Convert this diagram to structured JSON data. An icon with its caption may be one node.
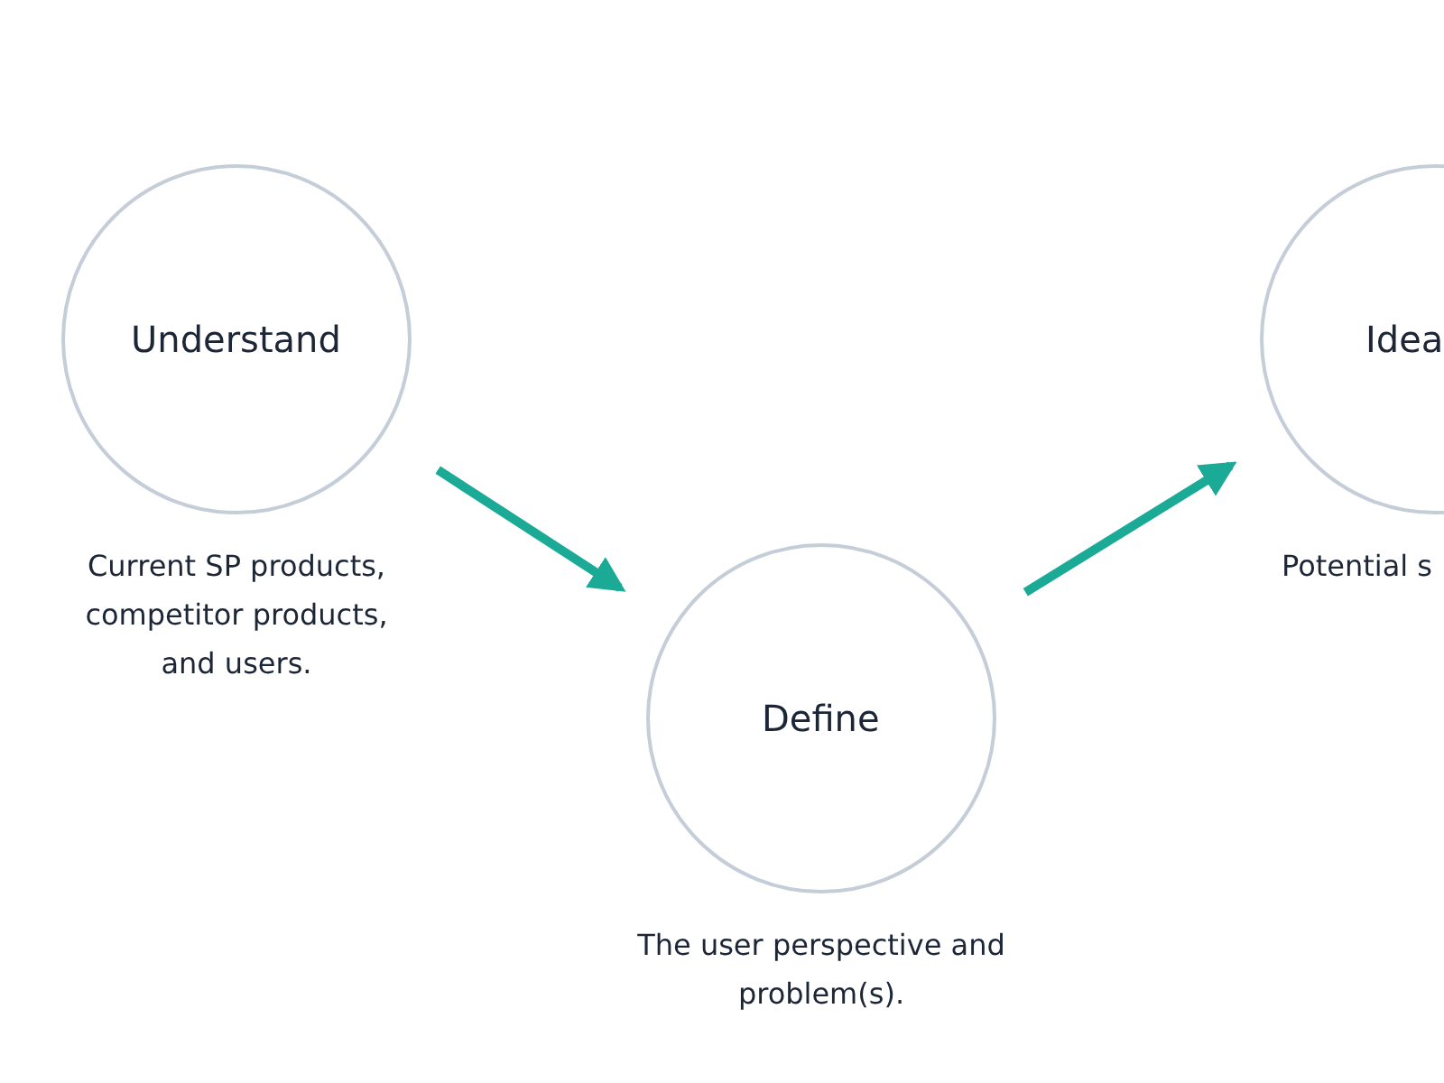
{
  "diagram": {
    "nodes": [
      {
        "text": [
          "Understand"
        ],
        "beside": [
          "Current SP products, competitor products, and users."
        ]
      },
      {
        "text": [
          "Define"
        ],
        "beside": [
          "The user perspective and problem(s)."
        ]
      },
      {
        "text": [
          "Idea"
        ],
        "beside": [
          "Potential s"
        ]
      }
    ],
    "edges": [
      {
        "from": 0,
        "to": 1,
        "arrow": "to"
      },
      {
        "from": 1,
        "to": 2,
        "arrow": "to"
      }
    ]
  }
}
